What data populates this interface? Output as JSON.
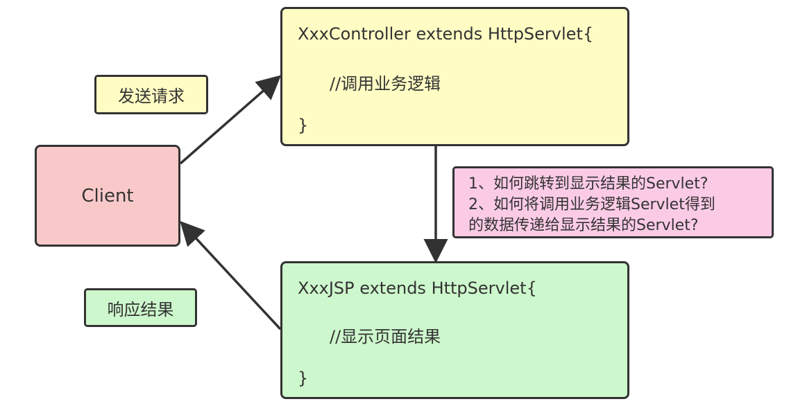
{
  "client": {
    "label": "Client"
  },
  "controller": {
    "line1": "XxxController extends HttpServlet{",
    "line2": "//调用业务逻辑",
    "line3": "}"
  },
  "jsp": {
    "line1": "XxxJSP extends HttpServlet{",
    "line2": "//显示页面结果",
    "line3": "}"
  },
  "labels": {
    "send_request": "发送请求",
    "response_result": "响应结果"
  },
  "note": {
    "lines": [
      "1、如何跳转到显示结果的Servlet?",
      "2、如何将调用业务逻辑Servlet得到",
      "的数据传递给显示结果的Servlet?"
    ]
  },
  "colors": {
    "client_bg": "#f9c9c9",
    "controller_bg": "#fffcc4",
    "jsp_bg": "#cdf7cc",
    "note_bg": "#fbcbe6",
    "stroke": "#323232"
  }
}
